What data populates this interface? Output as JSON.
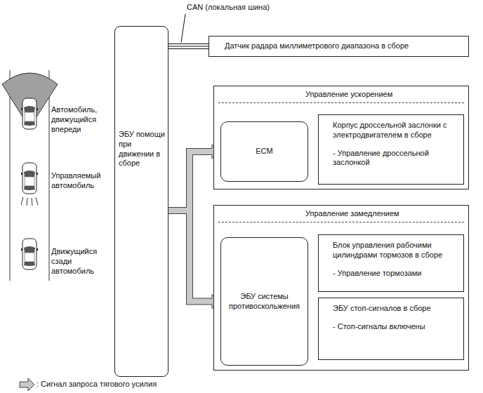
{
  "diagram": {
    "nodes": [
      {
        "text": [
          "ЭБУ помощи при движении в сборе"
        ]
      },
      {
        "text": [
          "Датчик радара миллиметрового диапазона в сборе"
        ]
      },
      {
        "text": [
          "Управление ускорением"
        ]
      },
      {
        "text": [
          "ECM"
        ],
        "in": 2
      },
      {
        "text": [
          "Корпус дроссельной заслонки с электродвигателем в сборе",
          "- Управление дроссельной заслонкой"
        ],
        "in": 2
      },
      {
        "text": [
          "Управление замедлением"
        ]
      },
      {
        "text": [
          "ЭБУ системы противоскольжения"
        ],
        "in": 5
      },
      {
        "text": [
          "Блок управления рабочими цилиндрами тормозов в сборе",
          "- Управление тормозами"
        ],
        "in": 5
      },
      {
        "text": [
          "ЭБУ стоп-сигналов в сборе",
          "- Стоп-сигналы включены"
        ],
        "in": 5
      }
    ],
    "edges": [
      {
        "from": 0,
        "to": 1,
        "arrow": "none",
        "label": "CAN (локальная шина)"
      },
      {
        "from": 0,
        "to": 3,
        "arrow": "to"
      },
      {
        "from": 0,
        "to": 6,
        "arrow": "to"
      },
      {
        "from": 3,
        "to": 4,
        "arrow": "to"
      },
      {
        "from": 6,
        "to": 7,
        "arrow": "to"
      },
      {
        "from": 6,
        "to": 8,
        "arrow": "to"
      }
    ],
    "labels": [
      "Автомобиль, движущийся впереди",
      "Управляемый автомобиль",
      "Движущийся сзади автомобиль"
    ],
    "legend": [
      {
        "text": ": Сигнал запроса тягового усилия"
      }
    ]
  }
}
